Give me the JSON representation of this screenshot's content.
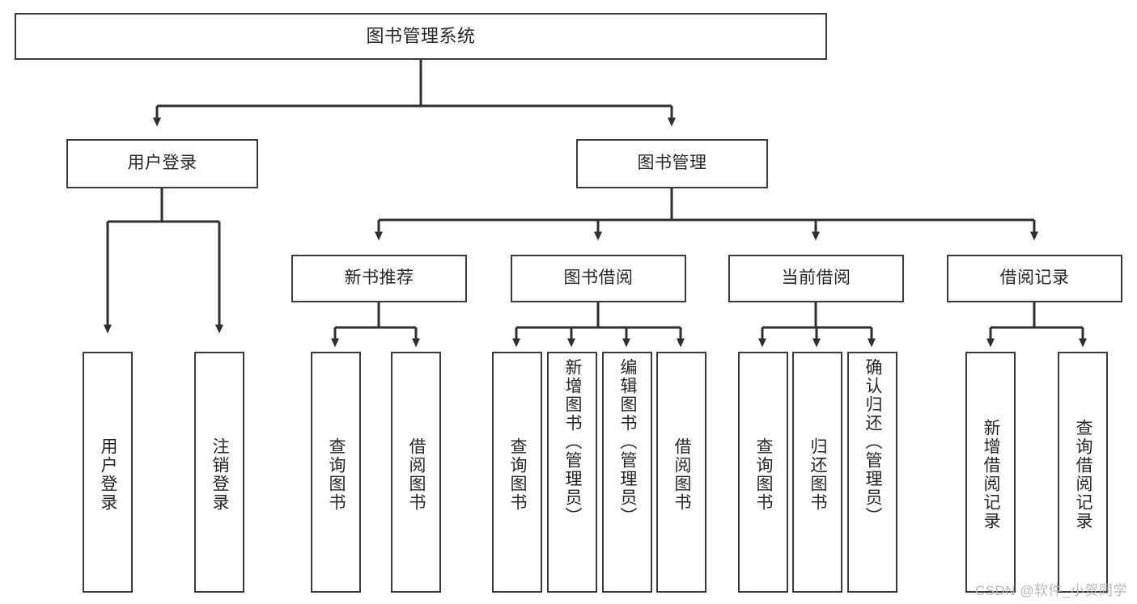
{
  "diagram": {
    "title": "图书管理系统",
    "type": "functional-structure-tree",
    "root": {
      "label": "图书管理系统"
    },
    "level2": [
      {
        "label": "用户登录"
      },
      {
        "label": "图书管理"
      }
    ],
    "level3": [
      {
        "label": "新书推荐"
      },
      {
        "label": "图书借阅"
      },
      {
        "label": "当前借阅"
      },
      {
        "label": "借阅记录"
      }
    ],
    "leaves": {
      "user_login": [
        {
          "label": "用户登录"
        },
        {
          "label": "注销登录"
        }
      ],
      "new_book_recommend": [
        {
          "label": "查询图书"
        },
        {
          "label": "借阅图书"
        }
      ],
      "book_borrow": [
        {
          "label": "查询图书"
        },
        {
          "label": "新增图书（管理员）"
        },
        {
          "label": "编辑图书（管理员）"
        },
        {
          "label": "借阅图书"
        }
      ],
      "current_borrow": [
        {
          "label": "查询图书"
        },
        {
          "label": "归还图书"
        },
        {
          "label": "确认归还（管理员）"
        }
      ],
      "borrow_record": [
        {
          "label": "新增借阅记录"
        },
        {
          "label": "查询借阅记录"
        }
      ]
    }
  },
  "watermark": {
    "text": "CSDN @软件_小贺同学"
  },
  "colors": {
    "border": "#3a3a3a",
    "text": "#262626",
    "background": "#ffffff",
    "connector": "#2f2f2f",
    "watermark": "#b9b9b9"
  }
}
